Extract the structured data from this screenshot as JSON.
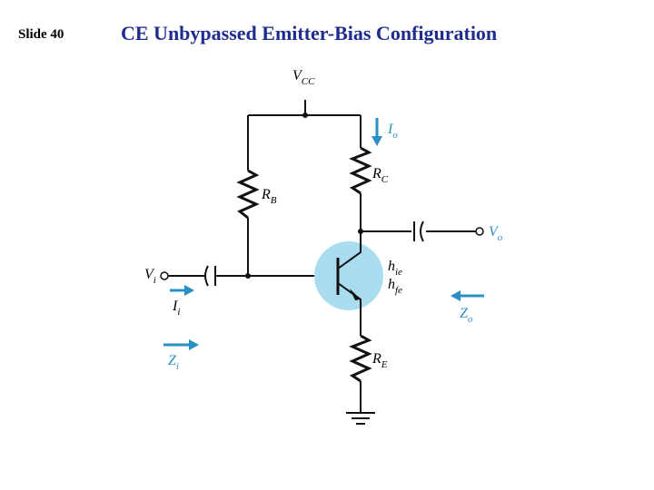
{
  "slide": {
    "number_label": "Slide 40",
    "title": "CE Unbypassed Emitter-Bias Configuration"
  },
  "colors": {
    "title": "#1f2c8f",
    "accent": "#2a8fc4",
    "transistor_fill": "#a9dcef"
  },
  "labels": {
    "vcc": {
      "main": "V",
      "sub": "CC"
    },
    "io": {
      "main": "I",
      "sub": "o"
    },
    "rc": {
      "main": "R",
      "sub": "C"
    },
    "rb": {
      "main": "R",
      "sub": "B"
    },
    "vo": {
      "main": "V",
      "sub": "o"
    },
    "vi": {
      "main": "V",
      "sub": "i"
    },
    "ii": {
      "main": "I",
      "sub": "i"
    },
    "hie": {
      "main": "h",
      "sub": "ie"
    },
    "hfe": {
      "main": "h",
      "sub": "fe"
    },
    "zo": {
      "main": "Z",
      "sub": "o"
    },
    "zi": {
      "main": "Z",
      "sub": "i"
    },
    "re": {
      "main": "R",
      "sub": "E"
    }
  }
}
